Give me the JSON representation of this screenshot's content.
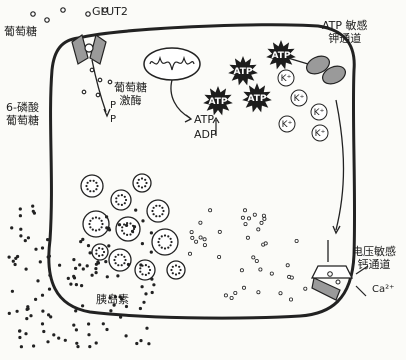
{
  "labels": {
    "glucose": "葡萄糖",
    "glut2": "GLUT2",
    "glucokinase": "葡萄糖\n激酶",
    "g6p": "6-磷酸\n葡萄糖",
    "p1": "P",
    "p2": "P",
    "atp": "ATP",
    "adp": "ADP",
    "atp_k_channel": "ATP 敏感\n钾通道",
    "k_ion": "K⁺",
    "ca_channel": "电压敏感\n钙通道",
    "ca_ion": "Ca²⁺",
    "insulin": "胰岛素"
  },
  "colors": {
    "outline": "#222222",
    "atp_burst": "#1c1c1c",
    "channel_fill": "#9a9a9a",
    "background": "#fbfbf8"
  }
}
